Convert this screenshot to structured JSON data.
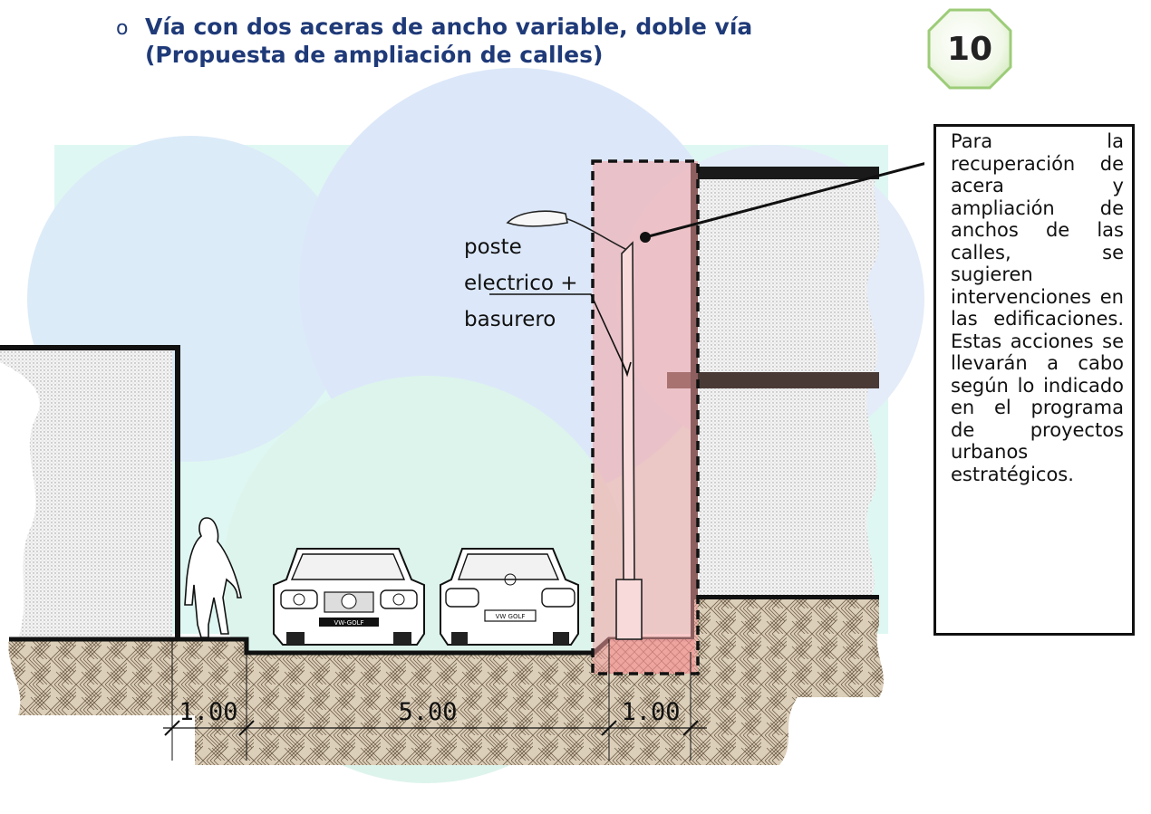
{
  "heading": {
    "bullet": "o",
    "line1": "Vía con dos aceras de ancho variable, doble vía",
    "line2": "(Propuesta de ampliación de calles)"
  },
  "badge": {
    "number": "10"
  },
  "note": {
    "text": "Para la recuperación de acera y ampliación de anchos de las calles, se sugieren intervenciones en las edificaciones. Estas acciones se llevarán a cabo según lo indicado en el programa de proyectos urbanos estratégicos."
  },
  "pole_label": {
    "line1": "poste",
    "line2": "electrico +",
    "line3": "basurero"
  },
  "dimensions": {
    "left_sidewalk": "1.00",
    "roadway": "5.00",
    "right_sidewalk": "1.00"
  },
  "car_plates": {
    "front": "VW-GOLF",
    "rear": "VW GOLF"
  },
  "colors": {
    "heading": "#1f3a78",
    "badge_fill": "#eef7e4",
    "badge_border": "#8cc06a",
    "highlight": "#f4a0a0",
    "ground": "#d9cbb5"
  }
}
